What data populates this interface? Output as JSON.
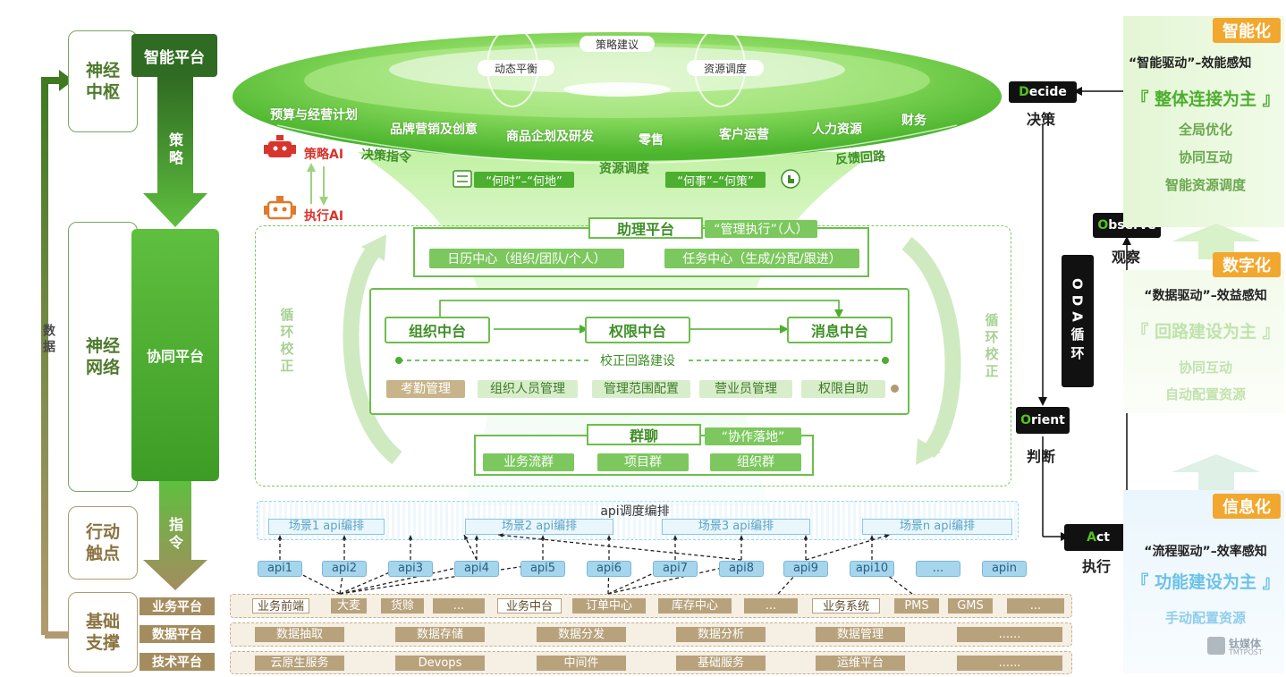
{
  "left": {
    "shenjing_zhongshu": "神经\n中枢",
    "shenjing_wangluo": "神经\n网络",
    "xingdong_chudian": "行动\n触点",
    "jichu_zhicheng": "基础\n支撑",
    "zhineng_pingtai": "智能平台",
    "celue": "策略",
    "xietong_pingtai": "协同平台",
    "zhiling": "指令",
    "shuju": "数据"
  },
  "platforms": {
    "yewu": "业务平台",
    "shuju": "数据平台",
    "jishu": "技术平台"
  },
  "yewu_items": [
    "业务前端",
    "大麦",
    "货赊",
    "...",
    "业务中台",
    "订单中心",
    "库存中心",
    "...",
    "业务系统",
    "PMS",
    "GMS",
    "..."
  ],
  "shuju_items": [
    "数据抽取",
    "数据存储",
    "数据分发",
    "数据分析",
    "数据管理",
    "......"
  ],
  "jishu_items": [
    "云原生服务",
    "Devops",
    "中间件",
    "基础服务",
    "运维平台",
    "......"
  ],
  "api_title": "api调度编排",
  "scenes": [
    "场景1 api编排",
    "场景2 api编排",
    "场景3 api编排",
    "场景n api编排"
  ],
  "apis": [
    "api1",
    "api2",
    "api3",
    "api4",
    "api5",
    "api6",
    "api7",
    "api8",
    "api9",
    "api10",
    "...",
    "apin"
  ],
  "disc": {
    "celue_jianyi": "策略建议",
    "dongtai_pingheng": "动态平衡",
    "ziyuan_tiaodu": "资源调度",
    "items": [
      "预算与经营计划",
      "品牌营销及创意",
      "商品企划及研发",
      "零售",
      "客户运营",
      "人力资源",
      "财务"
    ],
    "juece_zhiling": "决策指令",
    "ziyuan_tiaodu2": "资源调度",
    "fankui_huilu": "反馈回路",
    "heshi_hedi": "“何时”–“何地”",
    "heshi_hece": "“何事”–“何策”"
  },
  "ai": {
    "celue_ai": "策略AI",
    "zhixing_ai": "执行AI"
  },
  "center": {
    "zhuli_pingtai": "助理平台",
    "guanli_zhixing": "“管理执行”（人）",
    "rili_zhongxin": "日历中心（组织/团队/个人）",
    "renwu_zhongxin": "任务中心（生成/分配/跟进）",
    "zuzhi_zhongtai": "组织中台",
    "quanxian_zhongtai": "权限中台",
    "xiaoxi_zhongtai": "消息中台",
    "jiaozheng_huilu": "校正回路建设",
    "sub": [
      "考勤管理",
      "组织人员管理",
      "管理范围配置",
      "营业员管理",
      "权限自助"
    ],
    "qunliao": "群聊",
    "xiezuo_luodi": "“协作落地”",
    "qun": [
      "业务流群",
      "项目群",
      "组织群"
    ],
    "xunhuan_jiaozheng": "循环校正"
  },
  "oda": {
    "decide": "Decide",
    "decide_cn": "决策",
    "observe": "Observe",
    "observe_cn": "观察",
    "orient": "Orient",
    "orient_cn": "判断",
    "act": "Act",
    "act_cn": "执行",
    "loop": "ODA循环"
  },
  "right": {
    "zhinenghua": "智能化",
    "zhineng_qudong": "“智能驱动”–效能感知",
    "zhengti": "『 整体连接为主 』",
    "z_items": [
      "全局优化",
      "协同互动",
      "智能资源调度"
    ],
    "shuzihua": "数字化",
    "shuju_qudong": "“数据驱动”–效益感知",
    "huilu": "『 回路建设为主 』",
    "s_items": [
      "协同互动",
      "自动配置资源"
    ],
    "xinxihua": "信息化",
    "liucheng_qudong": "“流程驱动”–效率感知",
    "gongneng": "『 功能建设为主 』",
    "x_items": [
      "手动配置资源"
    ],
    "logo": "钛媒体",
    "logo_sub": "TMTPOST"
  },
  "colors": {
    "green": "#4caf2f",
    "dark_green": "#2f6b22",
    "brown": "#a48c5f",
    "orange": "#f2a72e",
    "api_blue": "#a6d5ee"
  }
}
